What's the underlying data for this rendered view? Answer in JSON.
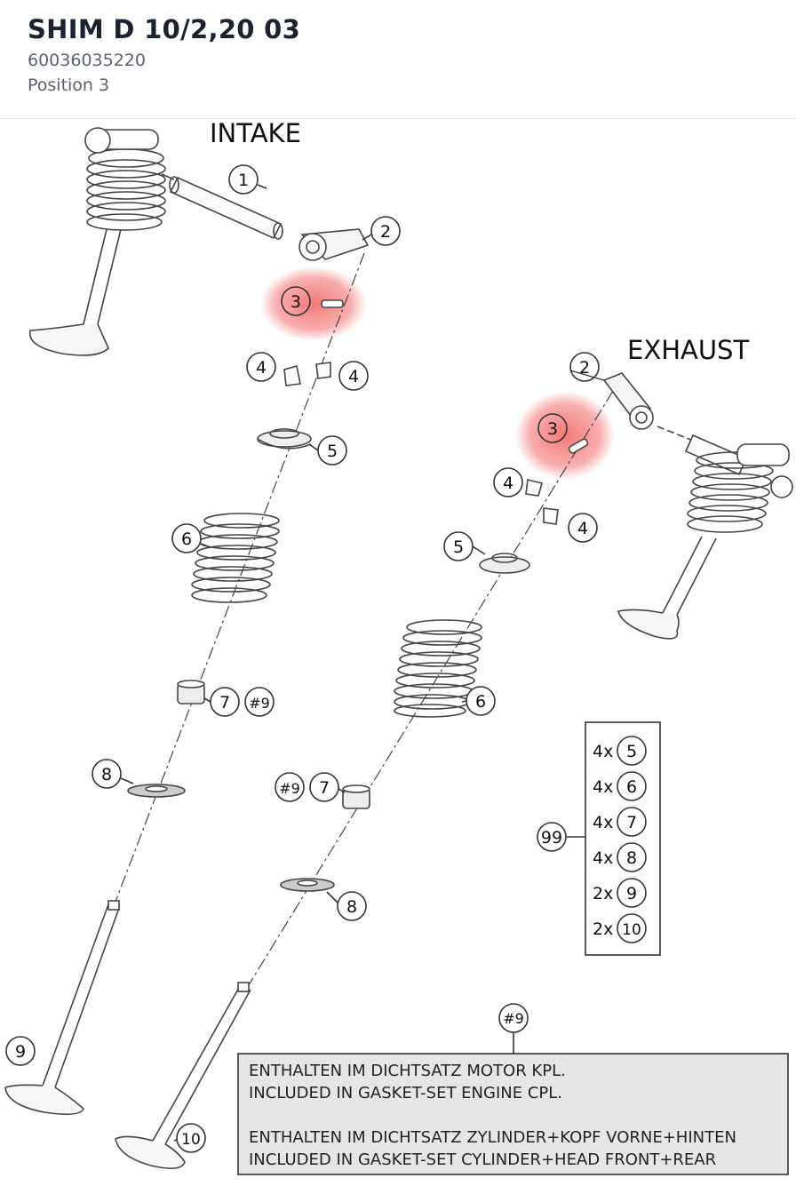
{
  "header": {
    "title": "SHIM D 10/2,20 03",
    "part_number": "60036035220",
    "position": "Position 3"
  },
  "diagram": {
    "intake_title": "INTAKE",
    "exhaust_title": "EXHAUST",
    "highlight_color": "#f26b6b",
    "callouts": {
      "intake": {
        "c1": "1",
        "c2": "2",
        "c3": "3",
        "c4a": "4",
        "c4b": "4",
        "c5": "5",
        "c6": "6",
        "c7": "7",
        "c9a": "#9",
        "c8": "8",
        "c9": "9"
      },
      "exhaust": {
        "c2": "2",
        "c3": "3",
        "c4a": "4",
        "c4b": "4",
        "c5": "5",
        "c6": "6",
        "c9a": "#9",
        "c7": "7",
        "c8": "8",
        "c10": "10"
      }
    },
    "kit": {
      "number": "99",
      "items": [
        {
          "qty": "4x",
          "part": "5"
        },
        {
          "qty": "4x",
          "part": "6"
        },
        {
          "qty": "4x",
          "part": "7"
        },
        {
          "qty": "4x",
          "part": "8"
        },
        {
          "qty": "2x",
          "part": "9"
        },
        {
          "qty": "2x",
          "part": "10"
        }
      ]
    },
    "note": {
      "ref": "#9",
      "lines": [
        "ENTHALTEN IM DICHTSATZ MOTOR KPL.",
        "INCLUDED IN GASKET-SET ENGINE CPL.",
        "ENTHALTEN IM DICHTSATZ ZYLINDER+KOPF VORNE+HINTEN",
        "INCLUDED IN GASKET-SET CYLINDER+HEAD FRONT+REAR"
      ]
    }
  }
}
